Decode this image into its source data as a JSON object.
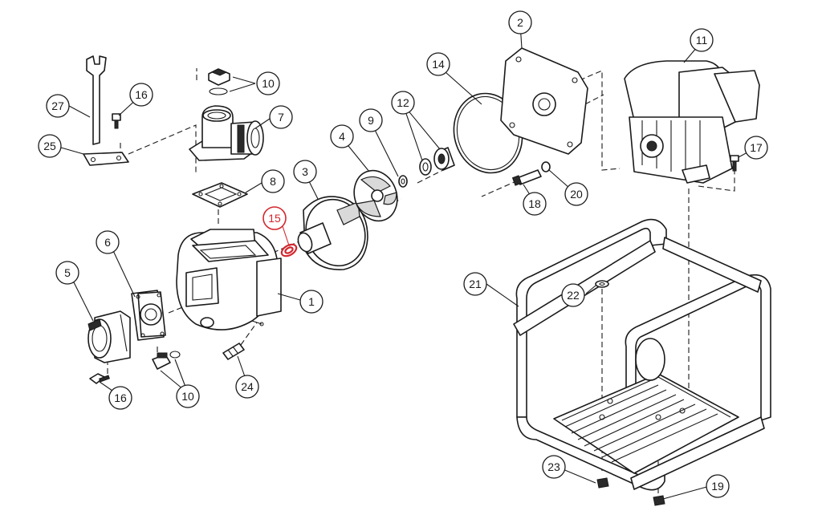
{
  "diagram": {
    "highlight_color": "#d3262e",
    "line_color": "#1a1a1a",
    "background": "#ffffff",
    "callouts": [
      {
        "label": "1",
        "highlighted": false
      },
      {
        "label": "2",
        "highlighted": false
      },
      {
        "label": "3",
        "highlighted": false
      },
      {
        "label": "4",
        "highlighted": false
      },
      {
        "label": "5",
        "highlighted": false
      },
      {
        "label": "6",
        "highlighted": false
      },
      {
        "label": "7",
        "highlighted": false
      },
      {
        "label": "8",
        "highlighted": false
      },
      {
        "label": "9",
        "highlighted": false
      },
      {
        "label": "10",
        "highlighted": false
      },
      {
        "label": "10",
        "highlighted": false
      },
      {
        "label": "11",
        "highlighted": false
      },
      {
        "label": "12",
        "highlighted": false
      },
      {
        "label": "14",
        "highlighted": false
      },
      {
        "label": "15",
        "highlighted": true
      },
      {
        "label": "16",
        "highlighted": false
      },
      {
        "label": "16",
        "highlighted": false
      },
      {
        "label": "17",
        "highlighted": false
      },
      {
        "label": "18",
        "highlighted": false
      },
      {
        "label": "19",
        "highlighted": false
      },
      {
        "label": "20",
        "highlighted": false
      },
      {
        "label": "21",
        "highlighted": false
      },
      {
        "label": "22",
        "highlighted": false
      },
      {
        "label": "23",
        "highlighted": false
      },
      {
        "label": "24",
        "highlighted": false
      },
      {
        "label": "25",
        "highlighted": false
      },
      {
        "label": "27",
        "highlighted": false
      }
    ]
  }
}
